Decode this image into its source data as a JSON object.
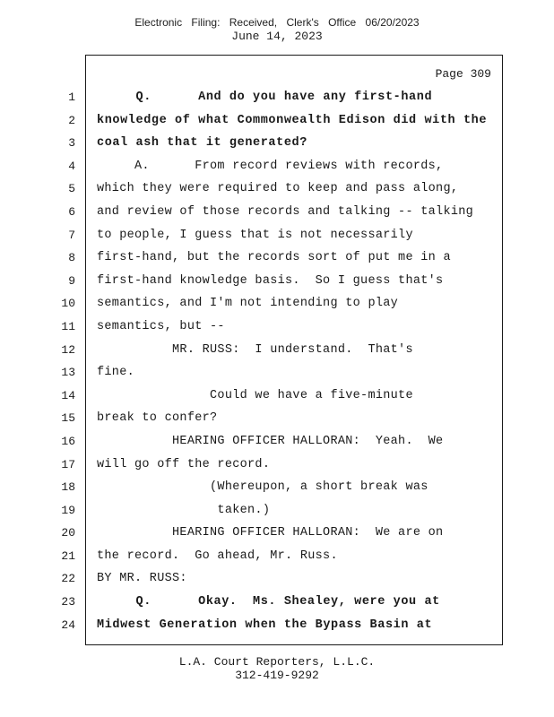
{
  "header": {
    "filing_line": "Electronic Filing: Received, Clerk's Office 06/20/2023",
    "date_line": "June 14, 2023"
  },
  "transcript": {
    "page_label": "Page 309",
    "lines": [
      {
        "num": "1",
        "bold": true,
        "text": "     Q.      And do you have any first-hand"
      },
      {
        "num": "2",
        "bold": true,
        "text": "knowledge of what Commonwealth Edison did with the"
      },
      {
        "num": "3",
        "bold": true,
        "text": "coal ash that it generated?"
      },
      {
        "num": "4",
        "bold": false,
        "text": "     A.      From record reviews with records,"
      },
      {
        "num": "5",
        "bold": false,
        "text": "which they were required to keep and pass along,"
      },
      {
        "num": "6",
        "bold": false,
        "text": "and review of those records and talking -- talking"
      },
      {
        "num": "7",
        "bold": false,
        "text": "to people, I guess that is not necessarily"
      },
      {
        "num": "8",
        "bold": false,
        "text": "first-hand, but the records sort of put me in a"
      },
      {
        "num": "9",
        "bold": false,
        "text": "first-hand knowledge basis.  So I guess that's"
      },
      {
        "num": "10",
        "bold": false,
        "text": "semantics, and I'm not intending to play"
      },
      {
        "num": "11",
        "bold": false,
        "text": "semantics, but --"
      },
      {
        "num": "12",
        "bold": false,
        "text": "          MR. RUSS:  I understand.  That's"
      },
      {
        "num": "13",
        "bold": false,
        "text": "fine."
      },
      {
        "num": "14",
        "bold": false,
        "text": "               Could we have a five-minute"
      },
      {
        "num": "15",
        "bold": false,
        "text": "break to confer?"
      },
      {
        "num": "16",
        "bold": false,
        "text": "          HEARING OFFICER HALLORAN:  Yeah.  We"
      },
      {
        "num": "17",
        "bold": false,
        "text": "will go off the record."
      },
      {
        "num": "18",
        "bold": false,
        "text": "               (Whereupon, a short break was"
      },
      {
        "num": "19",
        "bold": false,
        "text": "                taken.)"
      },
      {
        "num": "20",
        "bold": false,
        "text": "          HEARING OFFICER HALLORAN:  We are on"
      },
      {
        "num": "21",
        "bold": false,
        "text": "the record.  Go ahead, Mr. Russ."
      },
      {
        "num": "22",
        "bold": false,
        "text": "BY MR. RUSS:"
      },
      {
        "num": "23",
        "bold": true,
        "text": "     Q.      Okay.  Ms. Shealey, were you at"
      },
      {
        "num": "24",
        "bold": true,
        "text": "Midwest Generation when the Bypass Basin at"
      }
    ]
  },
  "footer": {
    "company": "L.A. Court Reporters, L.L.C.",
    "phone": "312-419-9292"
  }
}
